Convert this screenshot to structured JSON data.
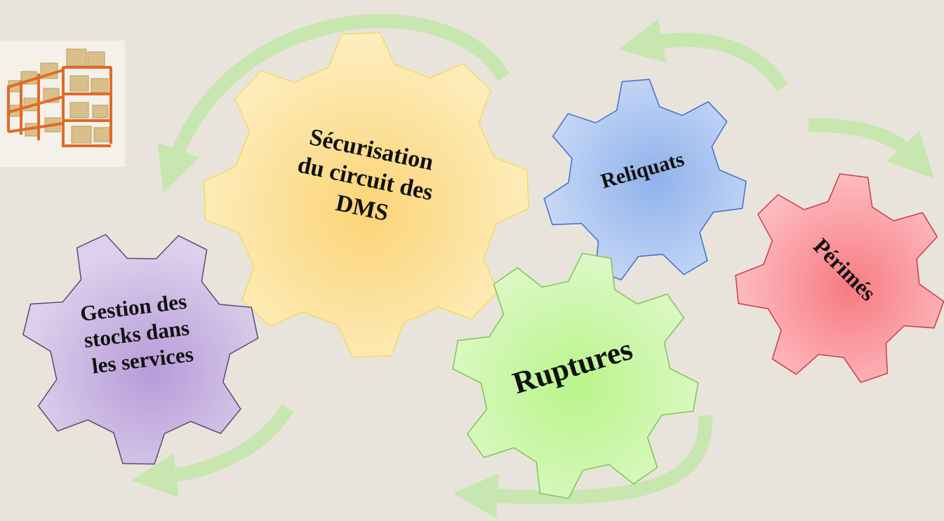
{
  "diagram": {
    "background_color": "#e8e4dc",
    "gears": [
      {
        "id": "securisation",
        "lines": [
          "Sécurisation",
          "du circuit des",
          "DMS"
        ],
        "fill": "#fde9b3",
        "stroke": "#f2dc5a"
      },
      {
        "id": "reliquats",
        "lines": [
          "Reliquats"
        ],
        "fill": "#a9c2ee",
        "stroke": "#3f6fcf"
      },
      {
        "id": "perimes",
        "lines": [
          "Périmés"
        ],
        "fill": "#fba6ac",
        "stroke": "#cf3a46"
      },
      {
        "id": "ruptures",
        "lines": [
          "Ruptures"
        ],
        "fill": "#c9f5a8",
        "stroke": "#7cc652"
      },
      {
        "id": "gestion",
        "lines": [
          "Gestion des",
          "stocks dans",
          "les services"
        ],
        "fill": "#d2c2e4",
        "stroke": "#5a4a72"
      }
    ],
    "arrow_color": "#c8e6b0",
    "image_icon": "warehouse-shelves-icon"
  }
}
